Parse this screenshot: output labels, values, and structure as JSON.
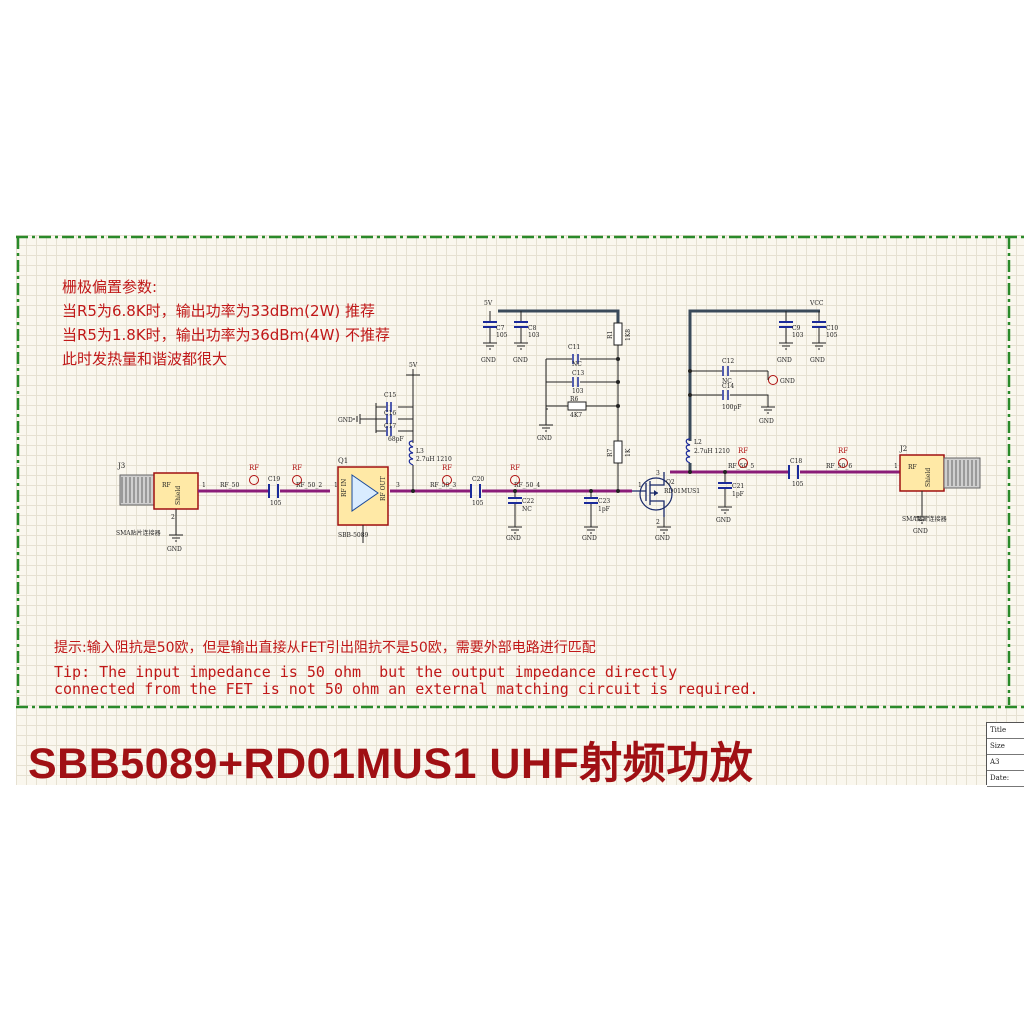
{
  "notes": {
    "line1": "栅极偏置参数:",
    "line2": "当R5为6.8K时，输出功率为33dBm(2W) 推荐",
    "line3": "当R5为1.8K时，输出功率为36dBm(4W) 不推荐",
    "line4": "此时发热量和谐波都很大"
  },
  "tip": {
    "cn": "提示:输入阻抗是50欧，但是输出直接从FET引出阻抗不是50欧，需要外部电路进行匹配",
    "en1": "Tip: The input impedance is 50 ohm  but the output impedance directly",
    "en2": "connected from the FET is not 50 ohm an external matching circuit is required."
  },
  "main_title": "SBB5089+RD01MUS1 UHF射频功放",
  "title_block": {
    "title": "Title",
    "size": "Size",
    "size_value": "A3",
    "date": "Date:"
  },
  "schematic": {
    "connectors": {
      "j3": "J3",
      "j2": "J2",
      "rf": "RF",
      "shield": "Shield",
      "pin1": "1",
      "pin2": "2",
      "sma_label": "SMA贴片连接器"
    },
    "power": {
      "v5": "5V",
      "vcc": "VCC",
      "gnd": "GND"
    },
    "nets": {
      "rf50": "RF_50",
      "rf50_2": "RF_50_2",
      "rf50_3": "RF_50_3",
      "rf50_4": "RF_50_4",
      "rf50_5": "RF_50_5",
      "rf50_6": "RF_50_6",
      "rf_tag": "RF"
    },
    "q1": {
      "ref": "Q1",
      "rf_in": "RF IN",
      "rf_out": "RF OUT",
      "part": "SBB-5089",
      "pin1": "1",
      "pin3": "3"
    },
    "q2": {
      "ref": "Q2",
      "part": "RD01MUS1",
      "pin1": "1",
      "pin2": "2",
      "pin3": "3"
    },
    "l3": {
      "ref": "L3",
      "value": "2.7uH 1210"
    },
    "l2": {
      "ref": "L2",
      "value": "2.7uH 1210"
    },
    "caps": {
      "c19": "C19",
      "c19_v": "105",
      "c20": "C20",
      "c20_v": "105",
      "c22": "C22",
      "c22_v": "NC",
      "c23": "C23",
      "c23_v": "1pF",
      "c21": "C21",
      "c21_v": "1pF",
      "c18": "C18",
      "c18_v": "105",
      "c15": "C15",
      "c16": "C16",
      "c17": "C17",
      "c17_v": "68pF",
      "c7": "C7",
      "c7_v": "105",
      "c8": "C8",
      "c8_v": "103",
      "c11": "C11",
      "c11_v": "NC",
      "c13": "C13",
      "c13_v": "103",
      "c9": "C9",
      "c9_v": "103",
      "c10": "C10",
      "c10_v": "105",
      "c12": "C12",
      "c12_v": "NC",
      "c14": "C14",
      "c14_v": "100pF"
    },
    "resistors": {
      "r1": "R1",
      "r1_v": "1K8",
      "r6": "R6",
      "r6_v": "4K7",
      "r7": "R7",
      "r7_v": "1K"
    }
  }
}
